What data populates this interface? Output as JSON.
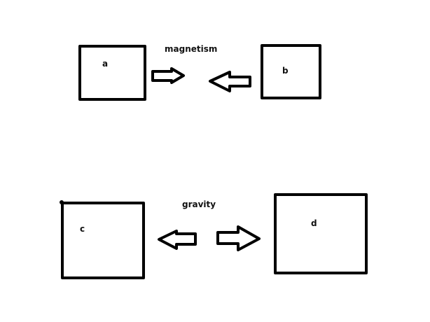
{
  "title_top": "magnetism",
  "title_bottom": "gravity",
  "boxes": {
    "a": "a",
    "b": "b",
    "c": "c",
    "d": "d"
  },
  "colors": {
    "stroke": "#000000",
    "background": "#ffffff"
  }
}
